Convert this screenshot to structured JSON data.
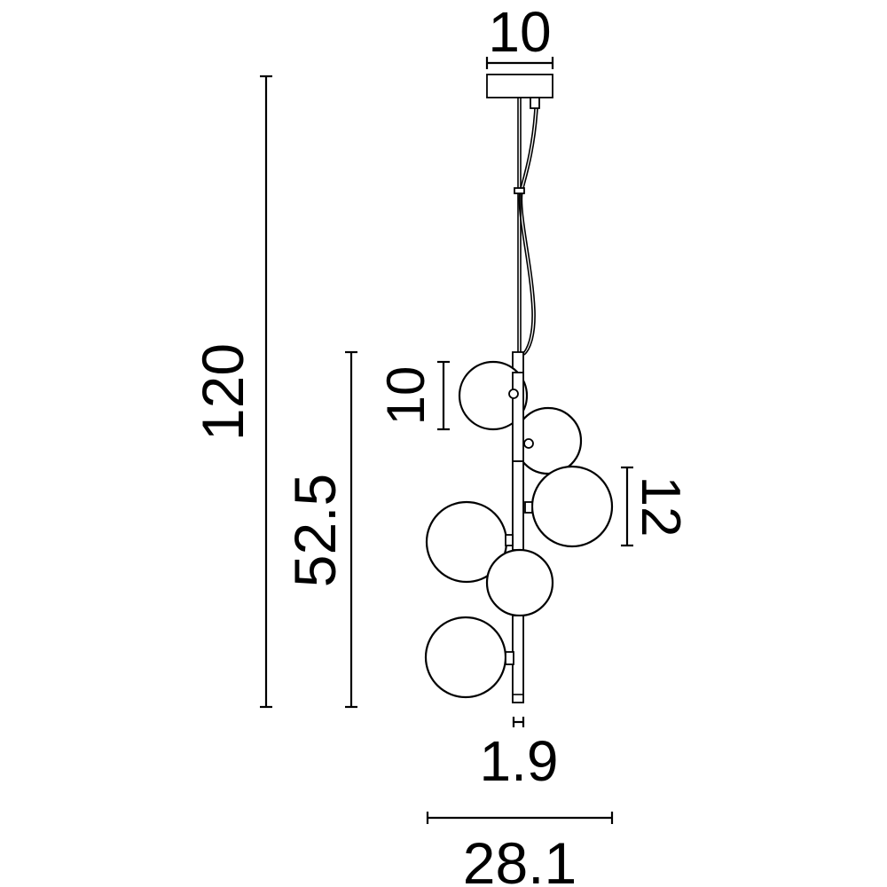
{
  "dimensions": {
    "canopy_width": "10",
    "overall_height": "120",
    "body_height": "52.5",
    "small_globe": "10",
    "large_globe": "12",
    "rod_diameter": "1.9",
    "overall_width": "28.1"
  },
  "colors": {
    "line": "#000000",
    "background": "#ffffff"
  }
}
